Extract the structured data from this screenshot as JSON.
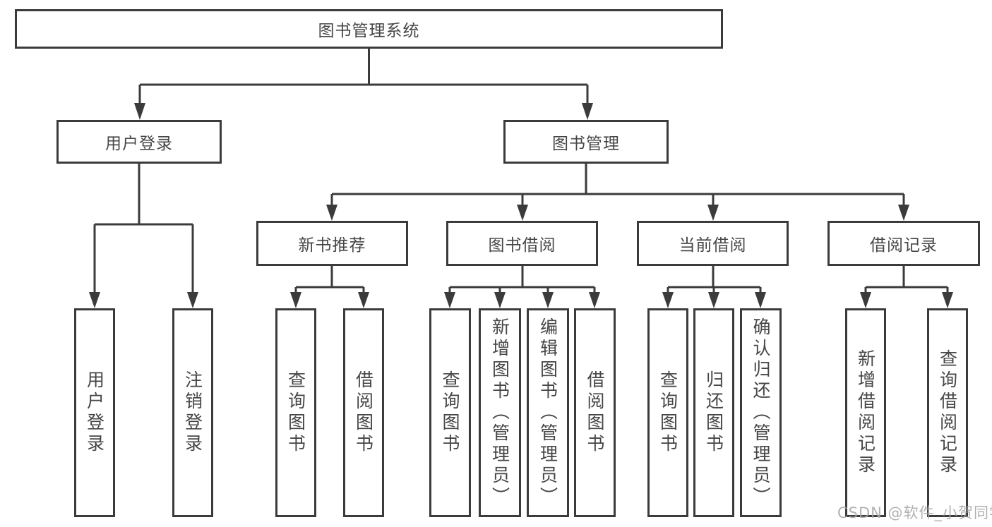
{
  "tree": {
    "root": "图书管理系统",
    "branches": [
      {
        "label": "用户登录",
        "leaves": [
          "用户登录",
          "注销登录"
        ]
      },
      {
        "label": "图书管理",
        "groups": [
          {
            "label": "新书推荐",
            "leaves": [
              "查询图书",
              "借阅图书"
            ]
          },
          {
            "label": "图书借阅",
            "leaves": [
              "查询图书",
              "新增图书（管理员）",
              "编辑图书（管理员）",
              "借阅图书"
            ]
          },
          {
            "label": "当前借阅",
            "leaves": [
              "查询图书",
              "归还图书",
              "确认归还（管理员）"
            ]
          },
          {
            "label": "借阅记录",
            "leaves": [
              "新增借阅记录",
              "查询借阅记录"
            ]
          }
        ]
      }
    ]
  },
  "watermark": "CSDN @软件_小贺同学",
  "colors": {
    "line": "#3b3b3b",
    "text": "#464646",
    "watermark": "#a9a9a9",
    "background": "#ffffff"
  }
}
